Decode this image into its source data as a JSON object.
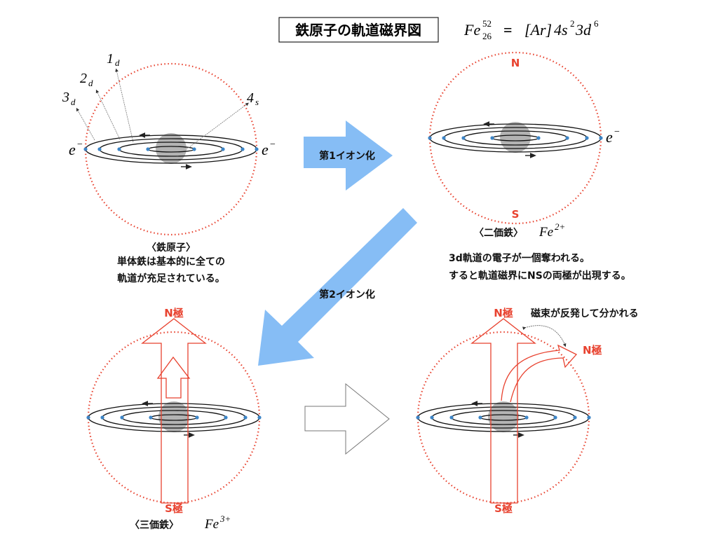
{
  "title": "鉄原子の軌道磁界図",
  "formula": {
    "element": "Fe",
    "mass": "52",
    "atomic": "26",
    "eq": "=",
    "config_core": "[Ar]",
    "config_4s": "4s",
    "exp_4s": "2",
    "config_3d": "3d",
    "exp_3d": "6"
  },
  "diagram1": {
    "orbital_labels": [
      {
        "num": "1",
        "sub": "d"
      },
      {
        "num": "2",
        "sub": "d"
      },
      {
        "num": "3",
        "sub": "d"
      },
      {
        "num": "4",
        "sub": "s"
      }
    ],
    "electron": "e",
    "electron_charge": "−",
    "caption": [
      "〈鉄原子〉",
      "単体鉄は基本的に全ての",
      "軌道が充足されている。"
    ]
  },
  "arrow1_label": "第1イオン化",
  "arrow2_label": "第2イオン化",
  "diagram2": {
    "north": "N",
    "south": "S",
    "electron": "e",
    "electron_charge": "−",
    "caption_name": "〈二価鉄〉",
    "caption_formula": "Fe",
    "caption_charge": "2+",
    "note": [
      "3d軌道の電子が一個奪われる。",
      "すると軌道磁界にNSの両極が出現する。"
    ]
  },
  "diagram3": {
    "north": "N極",
    "south": "S極",
    "caption_name": "〈三価鉄〉",
    "caption_formula": "Fe",
    "caption_charge": "3+"
  },
  "diagram4": {
    "north": "N極",
    "north2": "N極",
    "south": "S極",
    "note": "磁束が反発して分かれる"
  },
  "colors": {
    "red": "#e8422f",
    "blue_arrow": "#86bdf5",
    "electron": "#3d85c6",
    "nucleus": "#b3b3b3"
  }
}
